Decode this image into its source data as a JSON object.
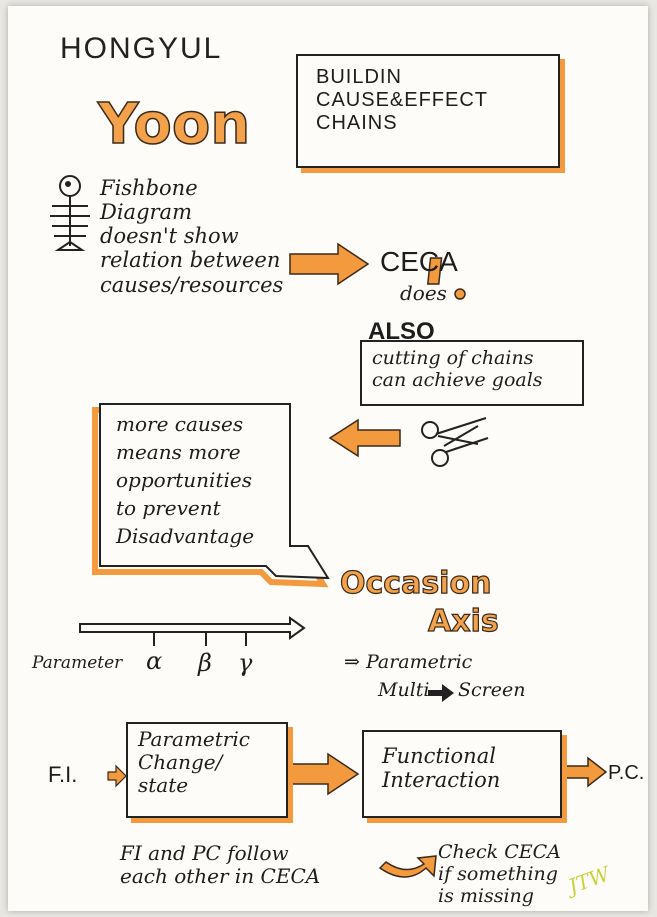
{
  "author": {
    "first": "HONGYUL",
    "last": "Yoon"
  },
  "title_box": {
    "lines": "BUILDIN\nCAUSE&EFFECT\nCHAINS"
  },
  "fishbone_text": "Fishbone\nDiagram\ndoesn't show\nrelation between\ncauses/resources",
  "ceca": {
    "label": "CECA",
    "sub": "does"
  },
  "also": {
    "heading": "ALSO",
    "text": "cutting of chains\ncan achieve goals"
  },
  "more_causes": "more causes\nmeans more\nopportunities\nto prevent\nDisadvantage",
  "occasion": {
    "line1": "Occasion",
    "line2": "Axis"
  },
  "axis": {
    "parameter": "Parameter",
    "alpha": "α",
    "beta": "β",
    "gamma": "γ"
  },
  "parametric_multi": {
    "line1": "⇒ Parametric",
    "line2": "Multi",
    "line2b": "Screen"
  },
  "flow": {
    "start": "F.I.",
    "box1": "Parametric\nChange/\nstate",
    "box2": "Functional\nInteraction",
    "end": "P.C."
  },
  "bottom_left": "FI and PC follow\neach other in CECA",
  "bottom_right": "Check CECA\nif something\nis missing",
  "signature": "JTW",
  "colors": {
    "accent": "#f29a3d",
    "ink": "#1d1d1d",
    "signature": "#c9d23a"
  }
}
